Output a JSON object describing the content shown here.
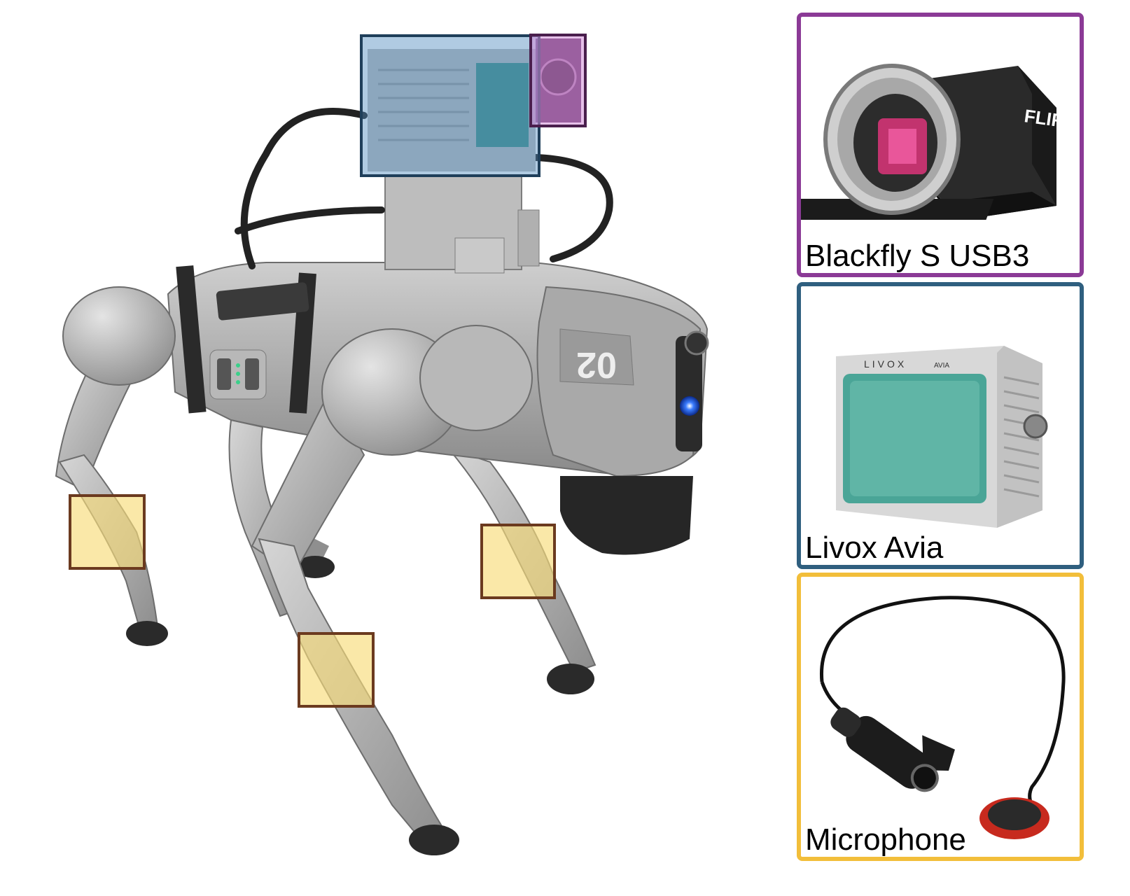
{
  "colors": {
    "camera": "#8B3A96",
    "lidar": "#2F5F7F",
    "microphone": "#F2BE3A",
    "contact_mic_box_border": "#6B3A1F",
    "contact_mic_fill": "#F7DC7A"
  },
  "robot": {
    "body_number": "02"
  },
  "sensors": [
    {
      "id": "camera",
      "label": "Blackfly S USB3",
      "brand_mark": "FLIR",
      "icon": "industrial-camera-icon"
    },
    {
      "id": "lidar",
      "label": "Livox Avia",
      "brand_mark": "LIVOX",
      "model_mark": "AVIA",
      "icon": "lidar-sensor-icon"
    },
    {
      "id": "microphone",
      "label": "Microphone",
      "icon": "contact-microphone-icon"
    }
  ]
}
